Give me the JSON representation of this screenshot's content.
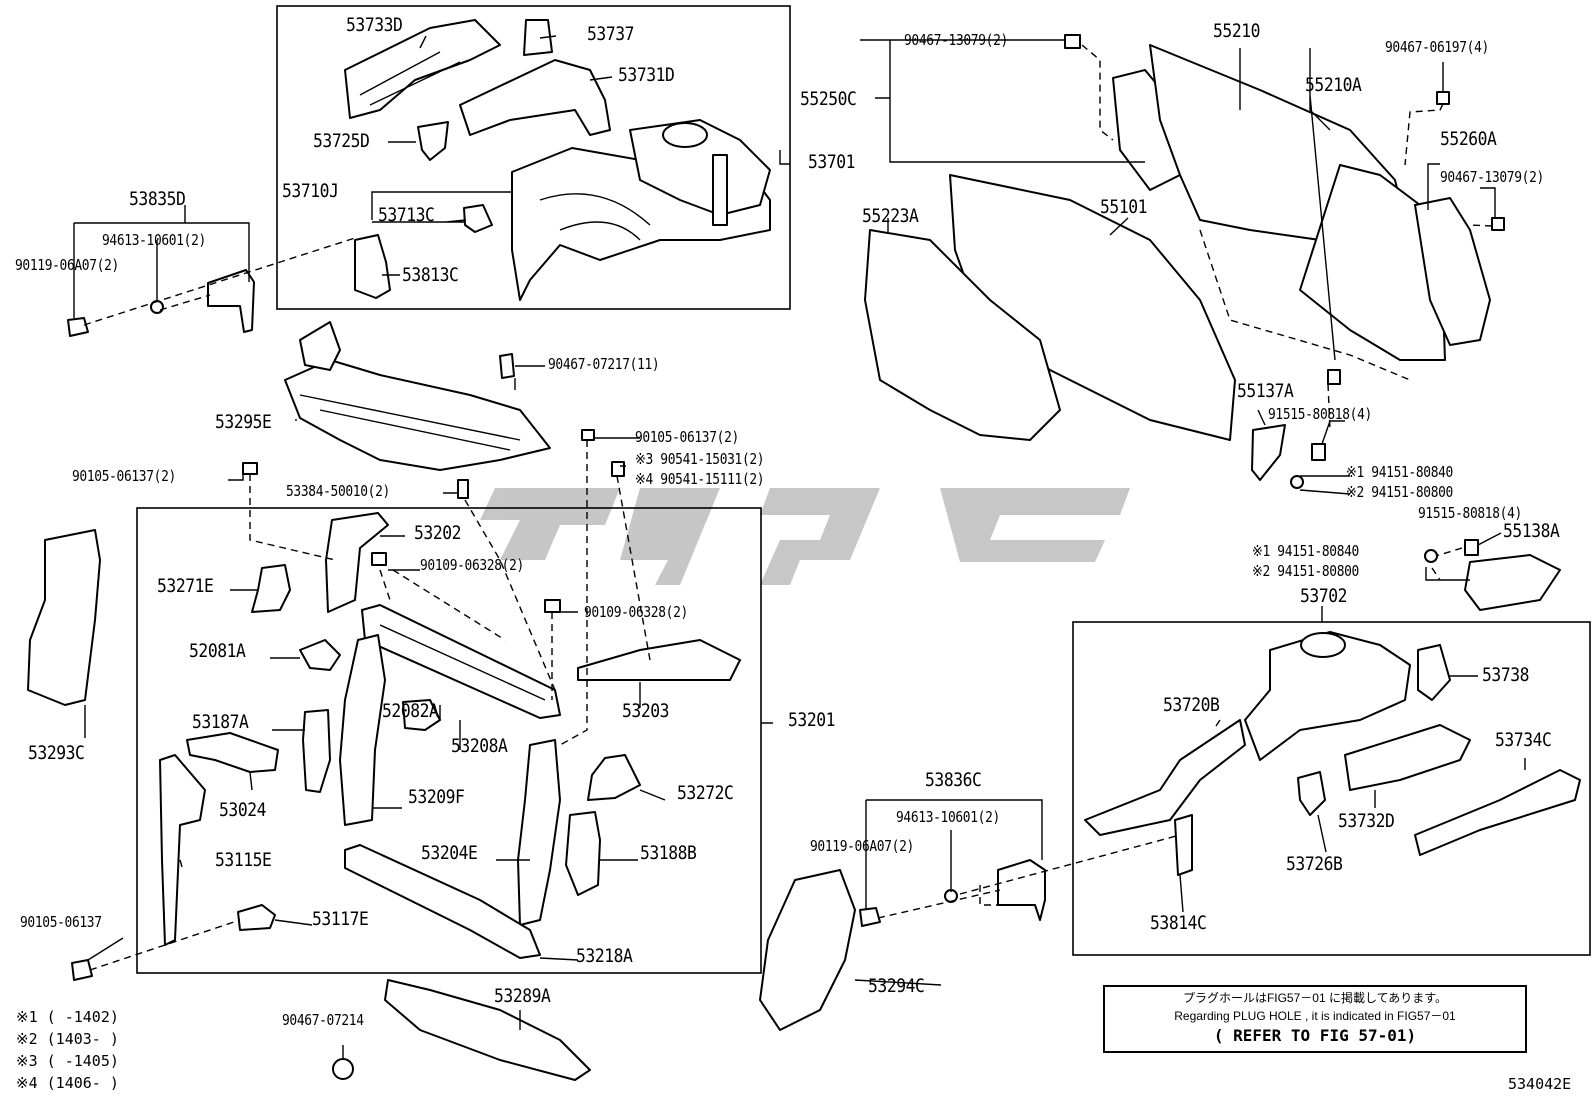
{
  "diagram": {
    "group_labels": {
      "g53701": "53701",
      "g53201": "53201",
      "g53702": "53702",
      "g53835D": "53835D",
      "g53836C": "53836C",
      "g55210": "55210",
      "g55250C": "55250C"
    },
    "part_labels": {
      "p53733D": "53733D",
      "p53737": "53737",
      "p53731D": "53731D",
      "p53725D": "53725D",
      "p53710J": "53710J",
      "p53713C": "53713C",
      "p53813C": "53813C",
      "p94613a": "94613-10601(2)",
      "p90119a": "90119-06A07(2)",
      "p90467_07217": "90467-07217(11)",
      "p53295E": "53295E",
      "p90105a": "90105-06137(2)",
      "p53384": "53384-50010(2)",
      "p90105b": "90105-06137(2)",
      "p90541_1": "※3 90541-15031(2)",
      "p90541_2": "※4 90541-15111(2)",
      "p53202": "53202",
      "p90109a": "90109-06328(2)",
      "p53271E": "53271E",
      "p90109b": "90109-06328(2)",
      "p52081A": "52081A",
      "p53203": "53203",
      "p52082A": "52082A",
      "p53187A": "53187A",
      "p53208A": "53208A",
      "p53024": "53024",
      "p53209F": "53209F",
      "p53272C": "53272C",
      "p53115E": "53115E",
      "p53204E": "53204E",
      "p53188B": "53188B",
      "p90105c": "90105-06137",
      "p53117E": "53117E",
      "p53218A": "53218A",
      "p53293C": "53293C",
      "p53289A": "53289A",
      "p90467_07214": "90467-07214",
      "p90467_13079a": "90467-13079(2)",
      "p55210A": "55210A",
      "p90467_06197": "90467-06197(4)",
      "p55260A": "55260A",
      "p90467_13079b": "90467-13079(2)",
      "p55223A": "55223A",
      "p55101": "55101",
      "p55137A": "55137A",
      "p91515a": "91515-80818(4)",
      "p94151_1": "※1 94151-80840",
      "p94151_2": "※2 94151-80800",
      "p91515b": "91515-80818(4)",
      "p55138A": "55138A",
      "p94151_3": "※1 94151-80840",
      "p94151_4": "※2 94151-80800",
      "p53738": "53738",
      "p53720B": "53720B",
      "p53734C": "53734C",
      "p53732D": "53732D",
      "p53726B": "53726B",
      "p53814C": "53814C",
      "p94613b": "94613-10601(2)",
      "p90119b": "90119-06A07(2)",
      "p53294C": "53294C"
    },
    "legend": [
      "※1 (     -1402)",
      "※2 (1403-     )",
      "※3 (     -1405)",
      "※4 (1406-     )"
    ],
    "note": {
      "line1": "プラグホールはFIG57－01 に掲載してあります。",
      "line2": "Regarding PLUG HOLE , it is indicated in FIG57－01",
      "line3": "( REFER TO FIG 57-01)"
    },
    "reference_code": "534042E"
  }
}
